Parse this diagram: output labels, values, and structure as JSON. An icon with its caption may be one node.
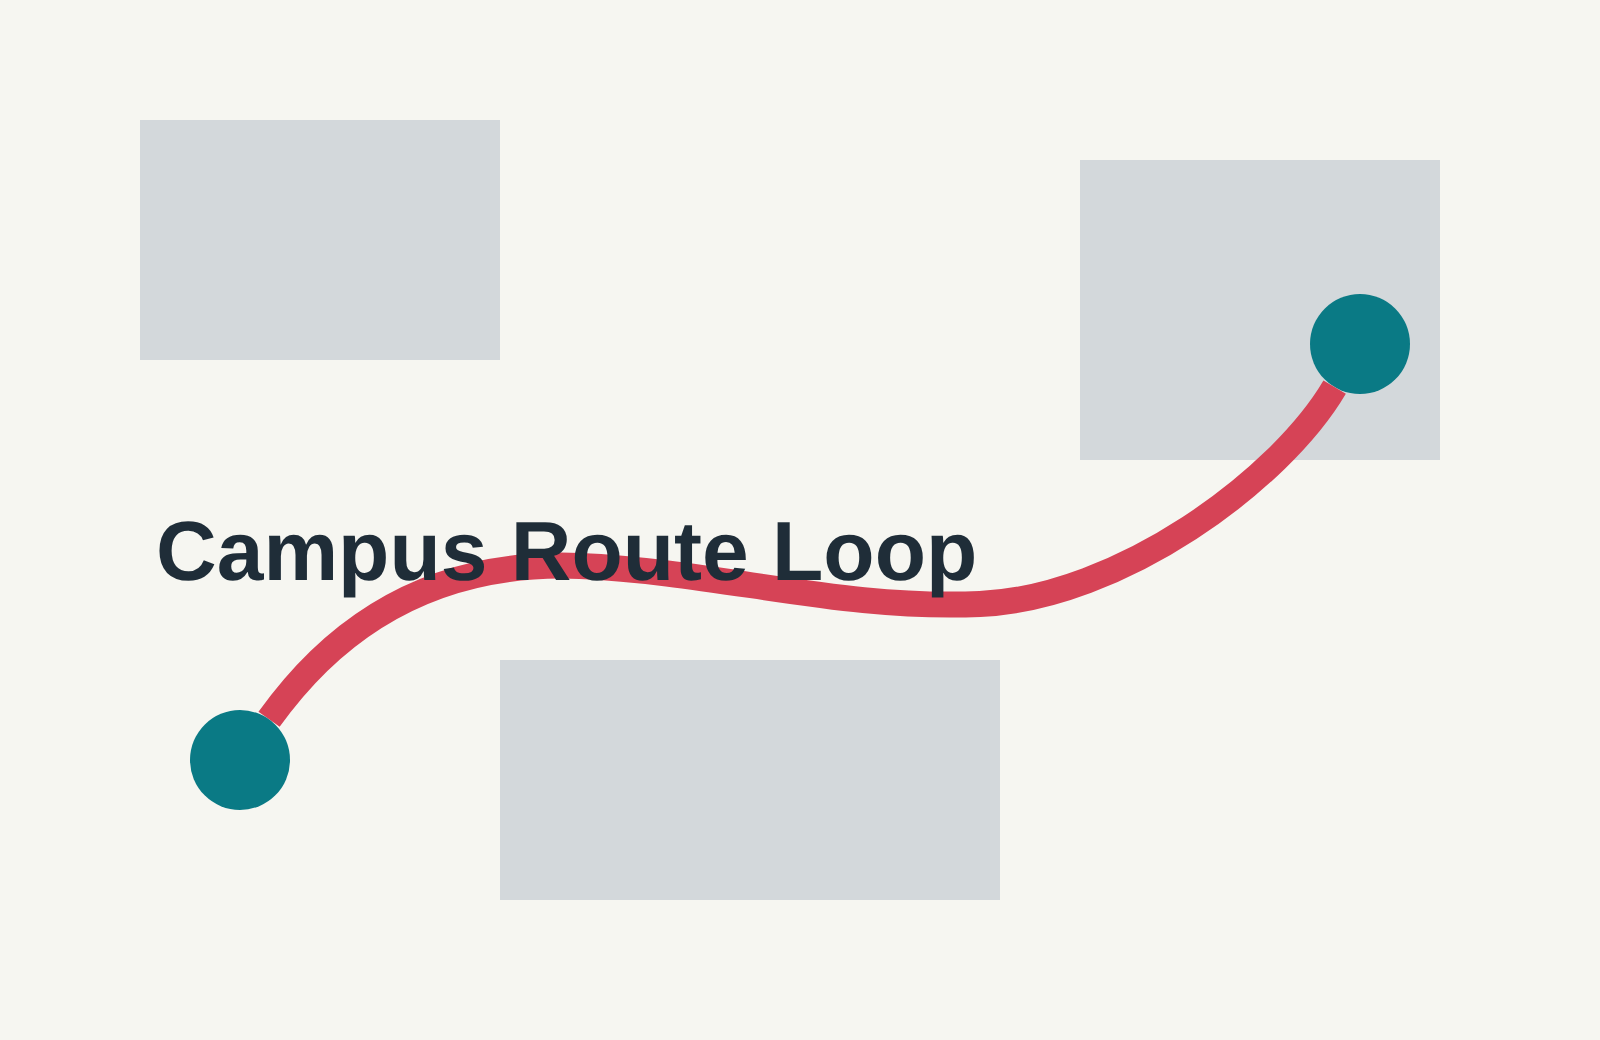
{
  "diagram": {
    "title": "Campus Route Loop",
    "nodes": [
      {
        "text": [],
        "shape": "box"
      },
      {
        "text": [],
        "shape": "box"
      },
      {
        "text": [],
        "shape": "circle",
        "in": 1
      },
      {
        "text": [],
        "shape": "box"
      },
      {
        "text": [],
        "shape": "circle"
      }
    ],
    "edges": [
      {
        "from": 4,
        "to": 2,
        "arrow": "none"
      }
    ]
  }
}
